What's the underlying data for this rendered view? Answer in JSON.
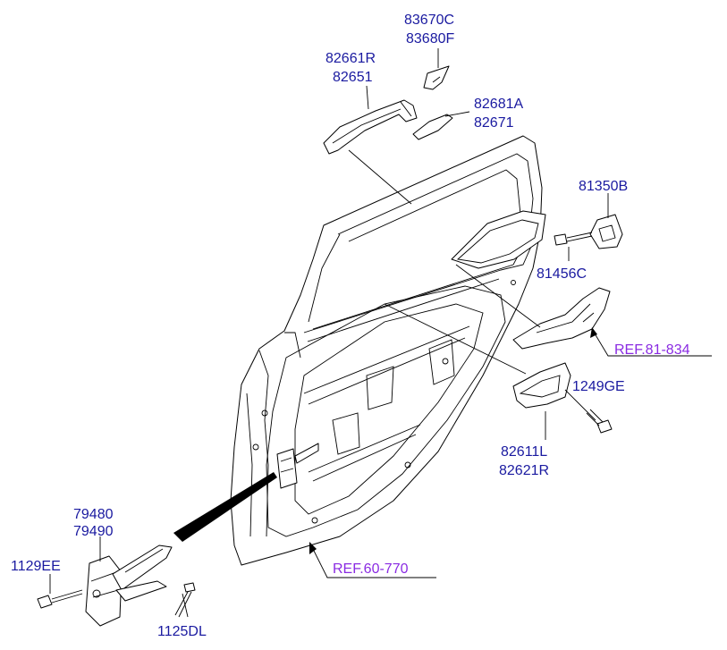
{
  "labels": {
    "handle_cover": [
      "83670C",
      "83680F"
    ],
    "outside_handle": [
      "82661R",
      "82651"
    ],
    "handle_pad": [
      "82681A",
      "82671"
    ],
    "striker": [
      "81350B"
    ],
    "striker_bolt": [
      "81456C"
    ],
    "inside_handle_bolt": [
      "1249GE"
    ],
    "inside_handle": [
      "82611L",
      "82621R"
    ],
    "checker": [
      "79480",
      "79490"
    ],
    "checker_bolt_left": [
      "1129EE"
    ],
    "checker_bolt_bottom": [
      "1125DL"
    ]
  },
  "references": {
    "latch": "REF.81-834",
    "door_panel": "REF.60-770"
  },
  "colors": {
    "label": "#1a1aa0",
    "reference": "#8a2be2",
    "line": "#000000"
  }
}
